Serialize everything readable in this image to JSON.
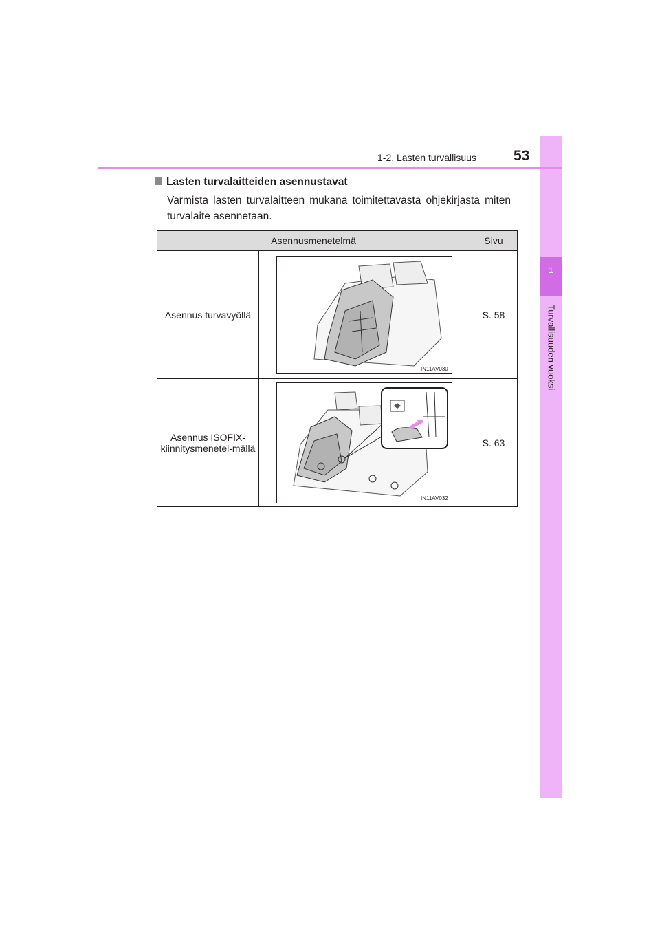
{
  "header": {
    "section": "1-2. Lasten turvallisuus",
    "page_number": "53"
  },
  "side_tab": {
    "chapter_number": "1",
    "chapter_title": "Turvallisuuden vuoksi",
    "color": "#efb3f7",
    "active_color": "#d16ce6"
  },
  "section": {
    "heading": "Lasten turvalaitteiden asennustavat",
    "body": "Varmista lasten turvalaitteen mukana toimitettavasta ohjekirjasta miten turvalaite asennetaan."
  },
  "table": {
    "headers": [
      "Asennusmenetelmä",
      "Sivu"
    ],
    "rows": [
      {
        "method": "Asennus turvavyöllä",
        "figure_code": "IN11AV030",
        "page": "S. 58"
      },
      {
        "method": "Asennus ISOFIX-kiinnitysmenetel-mällä",
        "figure_code": "IN11AV032",
        "page": "S. 63"
      }
    ]
  }
}
